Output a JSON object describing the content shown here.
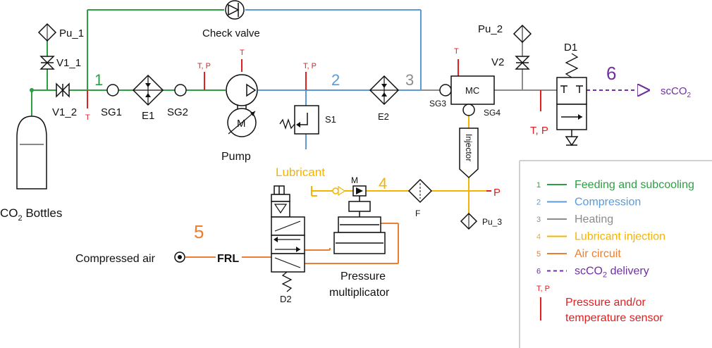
{
  "colors": {
    "feeding": "#2e9e44",
    "compression": "#5b9bd5",
    "heating": "#8c8c8c",
    "lubricant": "#f5b400",
    "air": "#ed7d31",
    "delivery": "#7030a0",
    "sensor": "#e02020",
    "black": "#111111"
  },
  "labels": {
    "check_valve": "Check valve",
    "pu1": "Pu_1",
    "pu2": "Pu_2",
    "pu3": "Pu_3",
    "v1_1": "V1_1",
    "v1_2": "V1_2",
    "v2": "V2",
    "d1": "D1",
    "d2": "D2",
    "sg1": "SG1",
    "sg2": "SG2",
    "sg3": "SG3",
    "sg4": "SG4",
    "e1": "E1",
    "e2": "E2",
    "s1": "S1",
    "mc": "MC",
    "pump": "Pump",
    "motor": "M",
    "lub_motor": "M",
    "filter": "F",
    "injector": "Injector",
    "lubricant": "Lubricant",
    "compressed_air": "Compressed air",
    "frl": "FRL",
    "pressure_mult_1": "Pressure",
    "pressure_mult_2": "multiplicator",
    "bottles_1": "CO",
    "bottles_sub": "2",
    "bottles_2": " Bottles",
    "sco2_out": "scCO",
    "sco2_sub": "2",
    "sensor_t": "T",
    "sensor_tp": "T, P",
    "sensor_p": "P"
  },
  "stage_numbers": {
    "n1": "1",
    "n2": "2",
    "n3": "3",
    "n4": "4",
    "n5": "5",
    "n6": "6"
  },
  "legend": {
    "items": [
      {
        "num": "1",
        "label": "Feeding and subcooling",
        "color": "#2e9e44",
        "dashed": false
      },
      {
        "num": "2",
        "label": "Compression",
        "color": "#5b9bd5",
        "dashed": false
      },
      {
        "num": "3",
        "label": "Heating",
        "color": "#8c8c8c",
        "dashed": false
      },
      {
        "num": "4",
        "label": "Lubricant injection",
        "color": "#f5b400",
        "dashed": false
      },
      {
        "num": "5",
        "label": "Air circuit",
        "color": "#ed7d31",
        "dashed": false
      },
      {
        "num": "6",
        "label": "scCO",
        "sub": "2",
        "label_end": " delivery",
        "color": "#7030a0",
        "dashed": true
      }
    ],
    "sensor_tag": "T, P",
    "sensor_label_1": "Pressure and/or",
    "sensor_label_2": "temperature sensor"
  }
}
